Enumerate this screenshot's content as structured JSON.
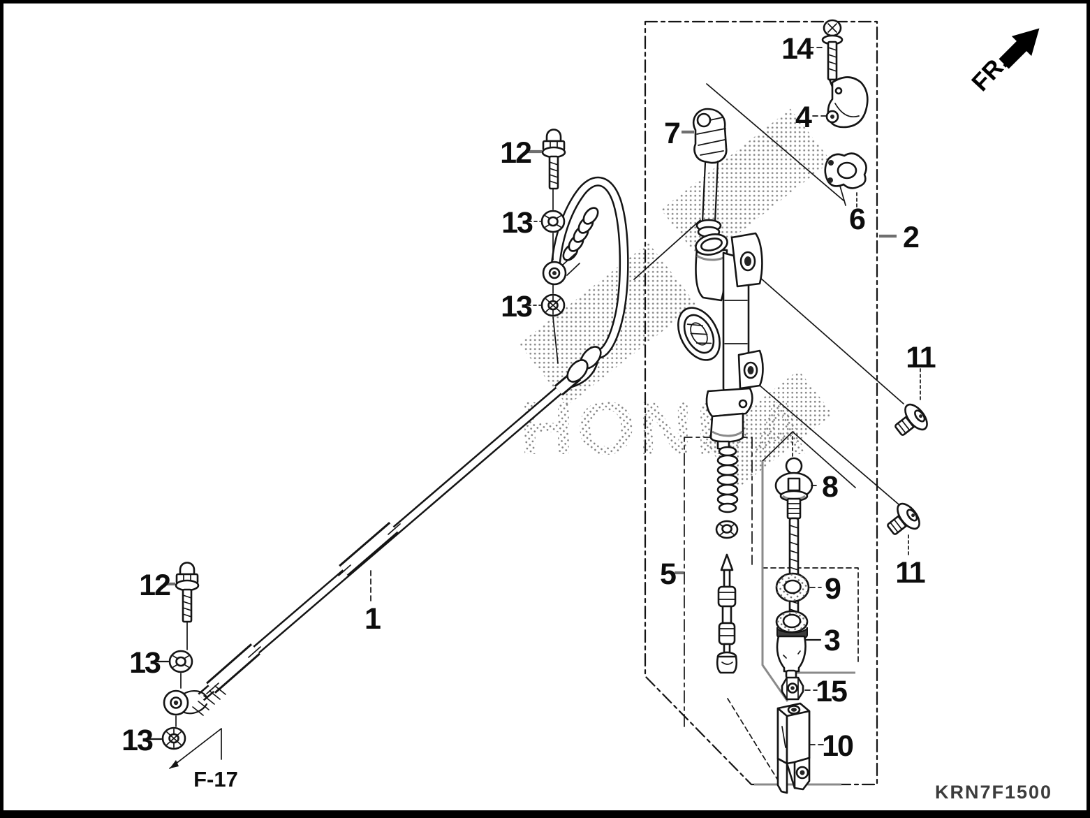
{
  "diagram": {
    "fr_label": "FR.",
    "page_ref": "F-17",
    "part_code": "KRN7F1500",
    "watermark": "HONDA",
    "callouts": [
      {
        "label": "1"
      },
      {
        "label": "2"
      },
      {
        "label": "3"
      },
      {
        "label": "4"
      },
      {
        "label": "5"
      },
      {
        "label": "6"
      },
      {
        "label": "7"
      },
      {
        "label": "8"
      },
      {
        "label": "9"
      },
      {
        "label": "10"
      },
      {
        "label": "11"
      },
      {
        "label": "11"
      },
      {
        "label": "12"
      },
      {
        "label": "12"
      },
      {
        "label": "13"
      },
      {
        "label": "13"
      },
      {
        "label": "13"
      },
      {
        "label": "13"
      },
      {
        "label": "14"
      },
      {
        "label": "15"
      }
    ]
  }
}
